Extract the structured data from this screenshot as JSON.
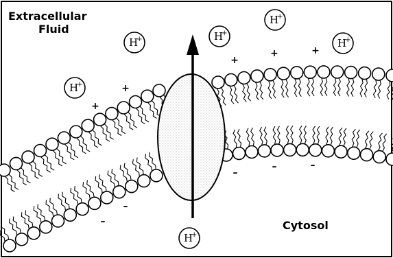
{
  "labels": {
    "extracellular_line1": "Extracellular",
    "extracellular_line2": "Fluid",
    "cytosol": "Cytosol"
  },
  "ion": {
    "symbol": "H",
    "charge": "+"
  },
  "charges": {
    "positive": "+",
    "negative": "–"
  },
  "colors": {
    "line": "#000000",
    "background": "#ffffff",
    "protein_fill": "#e8e8e8"
  }
}
